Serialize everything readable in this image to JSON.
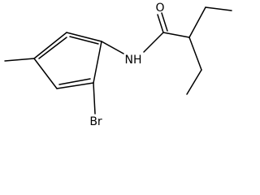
{
  "molecule": {
    "atom_labels": {
      "carbonyl_oxygen": "O",
      "amide_nitrogen": "NH",
      "bromine": "Br"
    },
    "colors": {
      "bond": "#000000",
      "label": "#000000",
      "background": "#ffffff"
    }
  }
}
